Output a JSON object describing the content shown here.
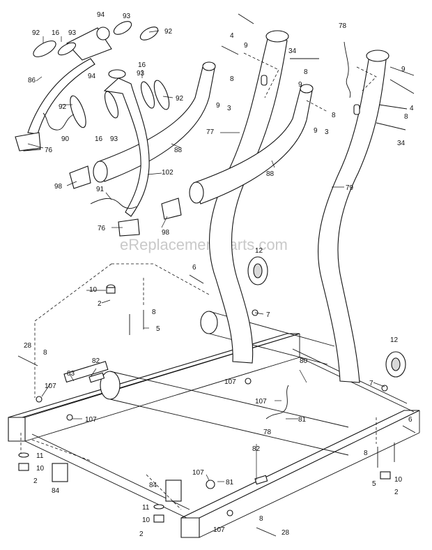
{
  "watermark": "eReplacementParts.com",
  "callouts": [
    "92",
    "16",
    "93",
    "94",
    "93",
    "92",
    "86",
    "94",
    "16",
    "92",
    "93",
    "92",
    "90",
    "16",
    "93",
    "76",
    "88",
    "102",
    "98",
    "91",
    "76",
    "98",
    "4",
    "9",
    "8",
    "9",
    "3",
    "77",
    "88",
    "34",
    "8",
    "78",
    "9",
    "8",
    "9",
    "3",
    "79",
    "9",
    "4",
    "8",
    "34",
    "12",
    "6",
    "10",
    "8",
    "2",
    "7",
    "5",
    "28",
    "8",
    "82",
    "83",
    "107",
    "80",
    "12",
    "107",
    "107",
    "7",
    "107",
    "81",
    "78",
    "6",
    "11",
    "82",
    "10",
    "2",
    "8",
    "84",
    "5",
    "10",
    "2",
    "84",
    "107",
    "81",
    "11",
    "10",
    "107",
    "8",
    "2",
    "28"
  ]
}
